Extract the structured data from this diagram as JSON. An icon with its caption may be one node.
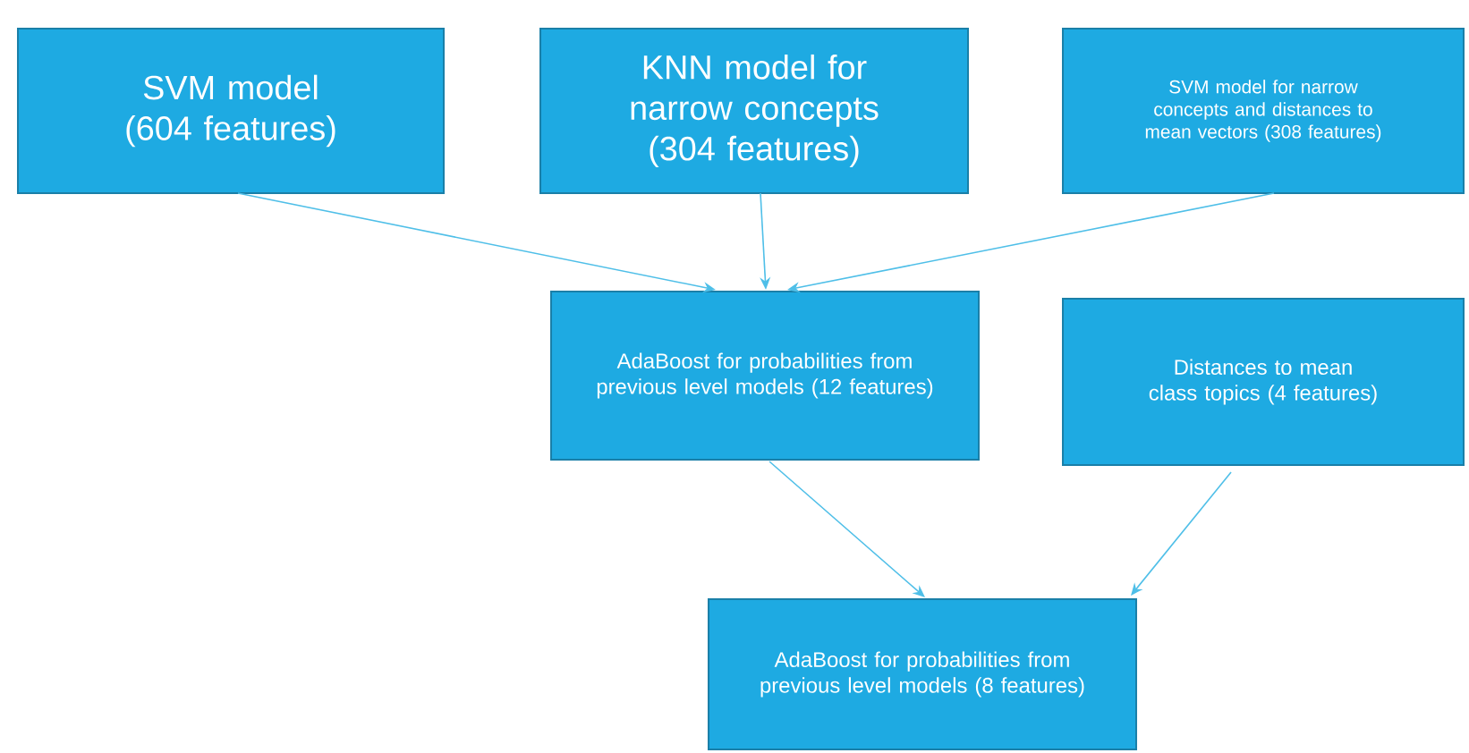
{
  "diagram": {
    "nodes": [
      {
        "text": [
          "SVM model (604 features)"
        ]
      },
      {
        "text": [
          "KNN model for narrow concepts (304 features)"
        ]
      },
      {
        "text": [
          "SVM model for narrow concepts and distances to mean vectors (308 features)"
        ]
      },
      {
        "text": [
          "AdaBoost for probabilities from previous level models (12 features)"
        ]
      },
      {
        "text": [
          "Distances to mean class topics (4 features)"
        ]
      },
      {
        "text": [
          "AdaBoost for probabilities from previous level models (8 features)"
        ]
      }
    ],
    "edges": [
      {
        "from": 0,
        "to": 3,
        "arrow": "to"
      },
      {
        "from": 1,
        "to": 3,
        "arrow": "to"
      },
      {
        "from": 2,
        "to": 3,
        "arrow": "to"
      },
      {
        "from": 3,
        "to": 5,
        "arrow": "to"
      },
      {
        "from": 4,
        "to": 5,
        "arrow": "to"
      }
    ]
  }
}
